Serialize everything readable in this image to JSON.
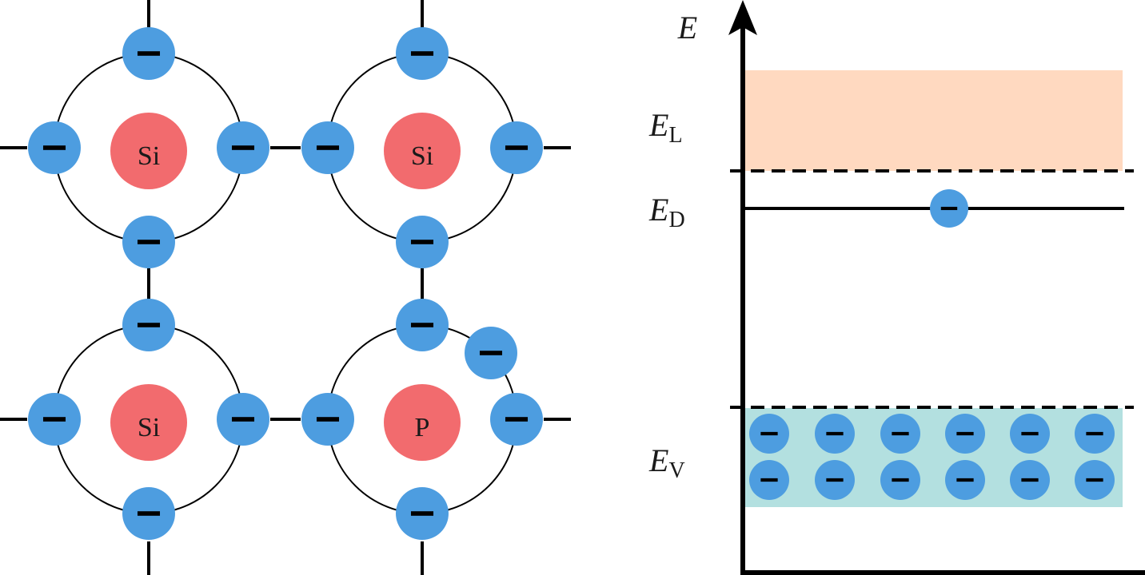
{
  "lattice": {
    "atoms": [
      {
        "symbol": "Si",
        "color": "#f26b6e"
      },
      {
        "symbol": "Si",
        "color": "#f26b6e"
      },
      {
        "symbol": "Si",
        "color": "#f26b6e"
      },
      {
        "symbol": "P",
        "color": "#f26b6e"
      }
    ],
    "electron_color": "#4d9de0",
    "electron_sign": "−"
  },
  "band_diagram": {
    "axis_label": "E",
    "conduction_band": {
      "symbol": "E",
      "subscript": "L",
      "color": "#ffd9c0"
    },
    "donor_level": {
      "symbol": "E",
      "subscript": "D",
      "electron_count": 1
    },
    "valence_band": {
      "symbol": "E",
      "subscript": "V",
      "color": "#b3e0e0",
      "electron_count": 12
    }
  }
}
